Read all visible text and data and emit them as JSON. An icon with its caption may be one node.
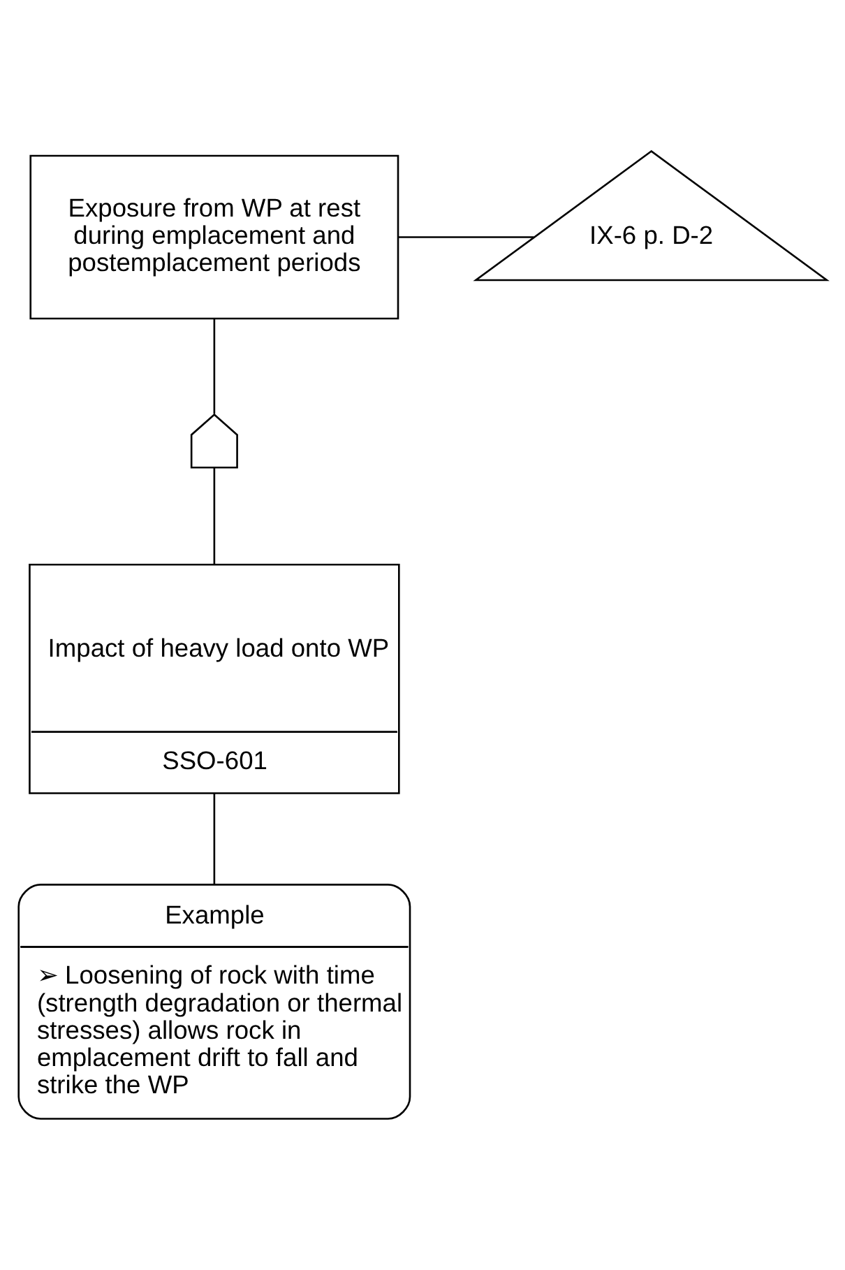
{
  "diagram": {
    "nodes": [
      {
        "text": [
          "Exposure from WP at rest during emplacement and postemplacement periods"
        ]
      },
      {
        "text": [
          "IX-6 p. D-2"
        ]
      },
      {
        "text": [],
        "shape": "gate"
      },
      {
        "text": [
          "Impact of heavy load onto WP",
          "SSO-601"
        ]
      },
      {
        "text": [
          "Example",
          "➢ Loosening of rock with time (strength degradation or thermal stresses) allows rock in emplacement drift to fall and strike the WP"
        ]
      }
    ],
    "edges": [
      {
        "from": 0,
        "to": 1,
        "arrow": "none"
      },
      {
        "from": 2,
        "to": 0,
        "arrow": "none"
      },
      {
        "from": 3,
        "to": 2,
        "arrow": "none"
      },
      {
        "from": 4,
        "to": 3,
        "arrow": "none"
      }
    ]
  }
}
